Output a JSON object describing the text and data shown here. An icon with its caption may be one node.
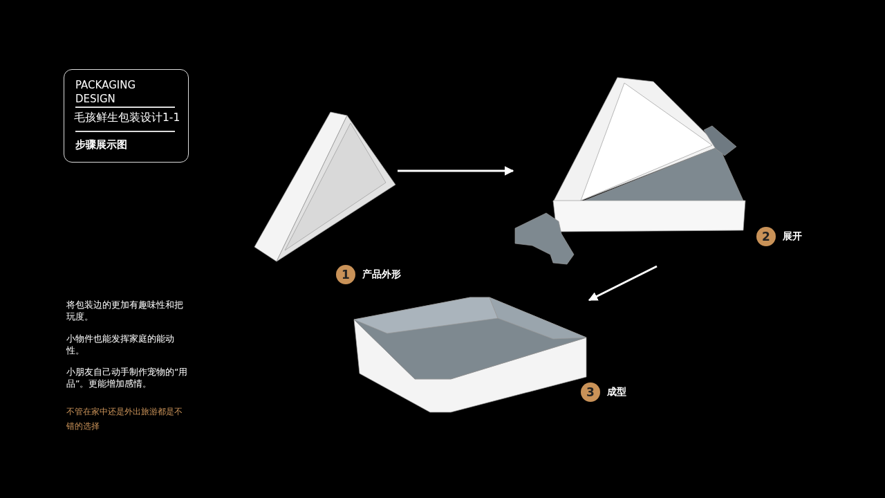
{
  "diagram": {
    "nodes": [
      {
        "text": [
          "PACKAGING DESIGN",
          "毛孩鲜生包装设计1-1",
          "步骤展示图"
        ]
      },
      {
        "text": [],
        "shape": "picture"
      },
      {
        "text": [],
        "shape": "picture"
      },
      {
        "text": [],
        "shape": "picture"
      },
      {
        "text": [
          "1"
        ],
        "beside": [
          "产品外形"
        ]
      },
      {
        "text": [
          "2"
        ],
        "beside": [
          "展开"
        ]
      },
      {
        "text": [
          "3"
        ],
        "beside": [
          "成型"
        ]
      }
    ],
    "edges": [
      {
        "from": 1,
        "to": 2,
        "arrow": "to"
      },
      {
        "from": 2,
        "to": 3,
        "arrow": "to"
      }
    ],
    "labels": [
      "将包装边的更加有趣味性和把玩度。",
      "小物件也能发挥家庭的能动性。",
      "小朋友自己动手制作宠物的“用品”。更能增加感情。",
      "不管在家中还是外出旅游都是不错的选择"
    ]
  }
}
